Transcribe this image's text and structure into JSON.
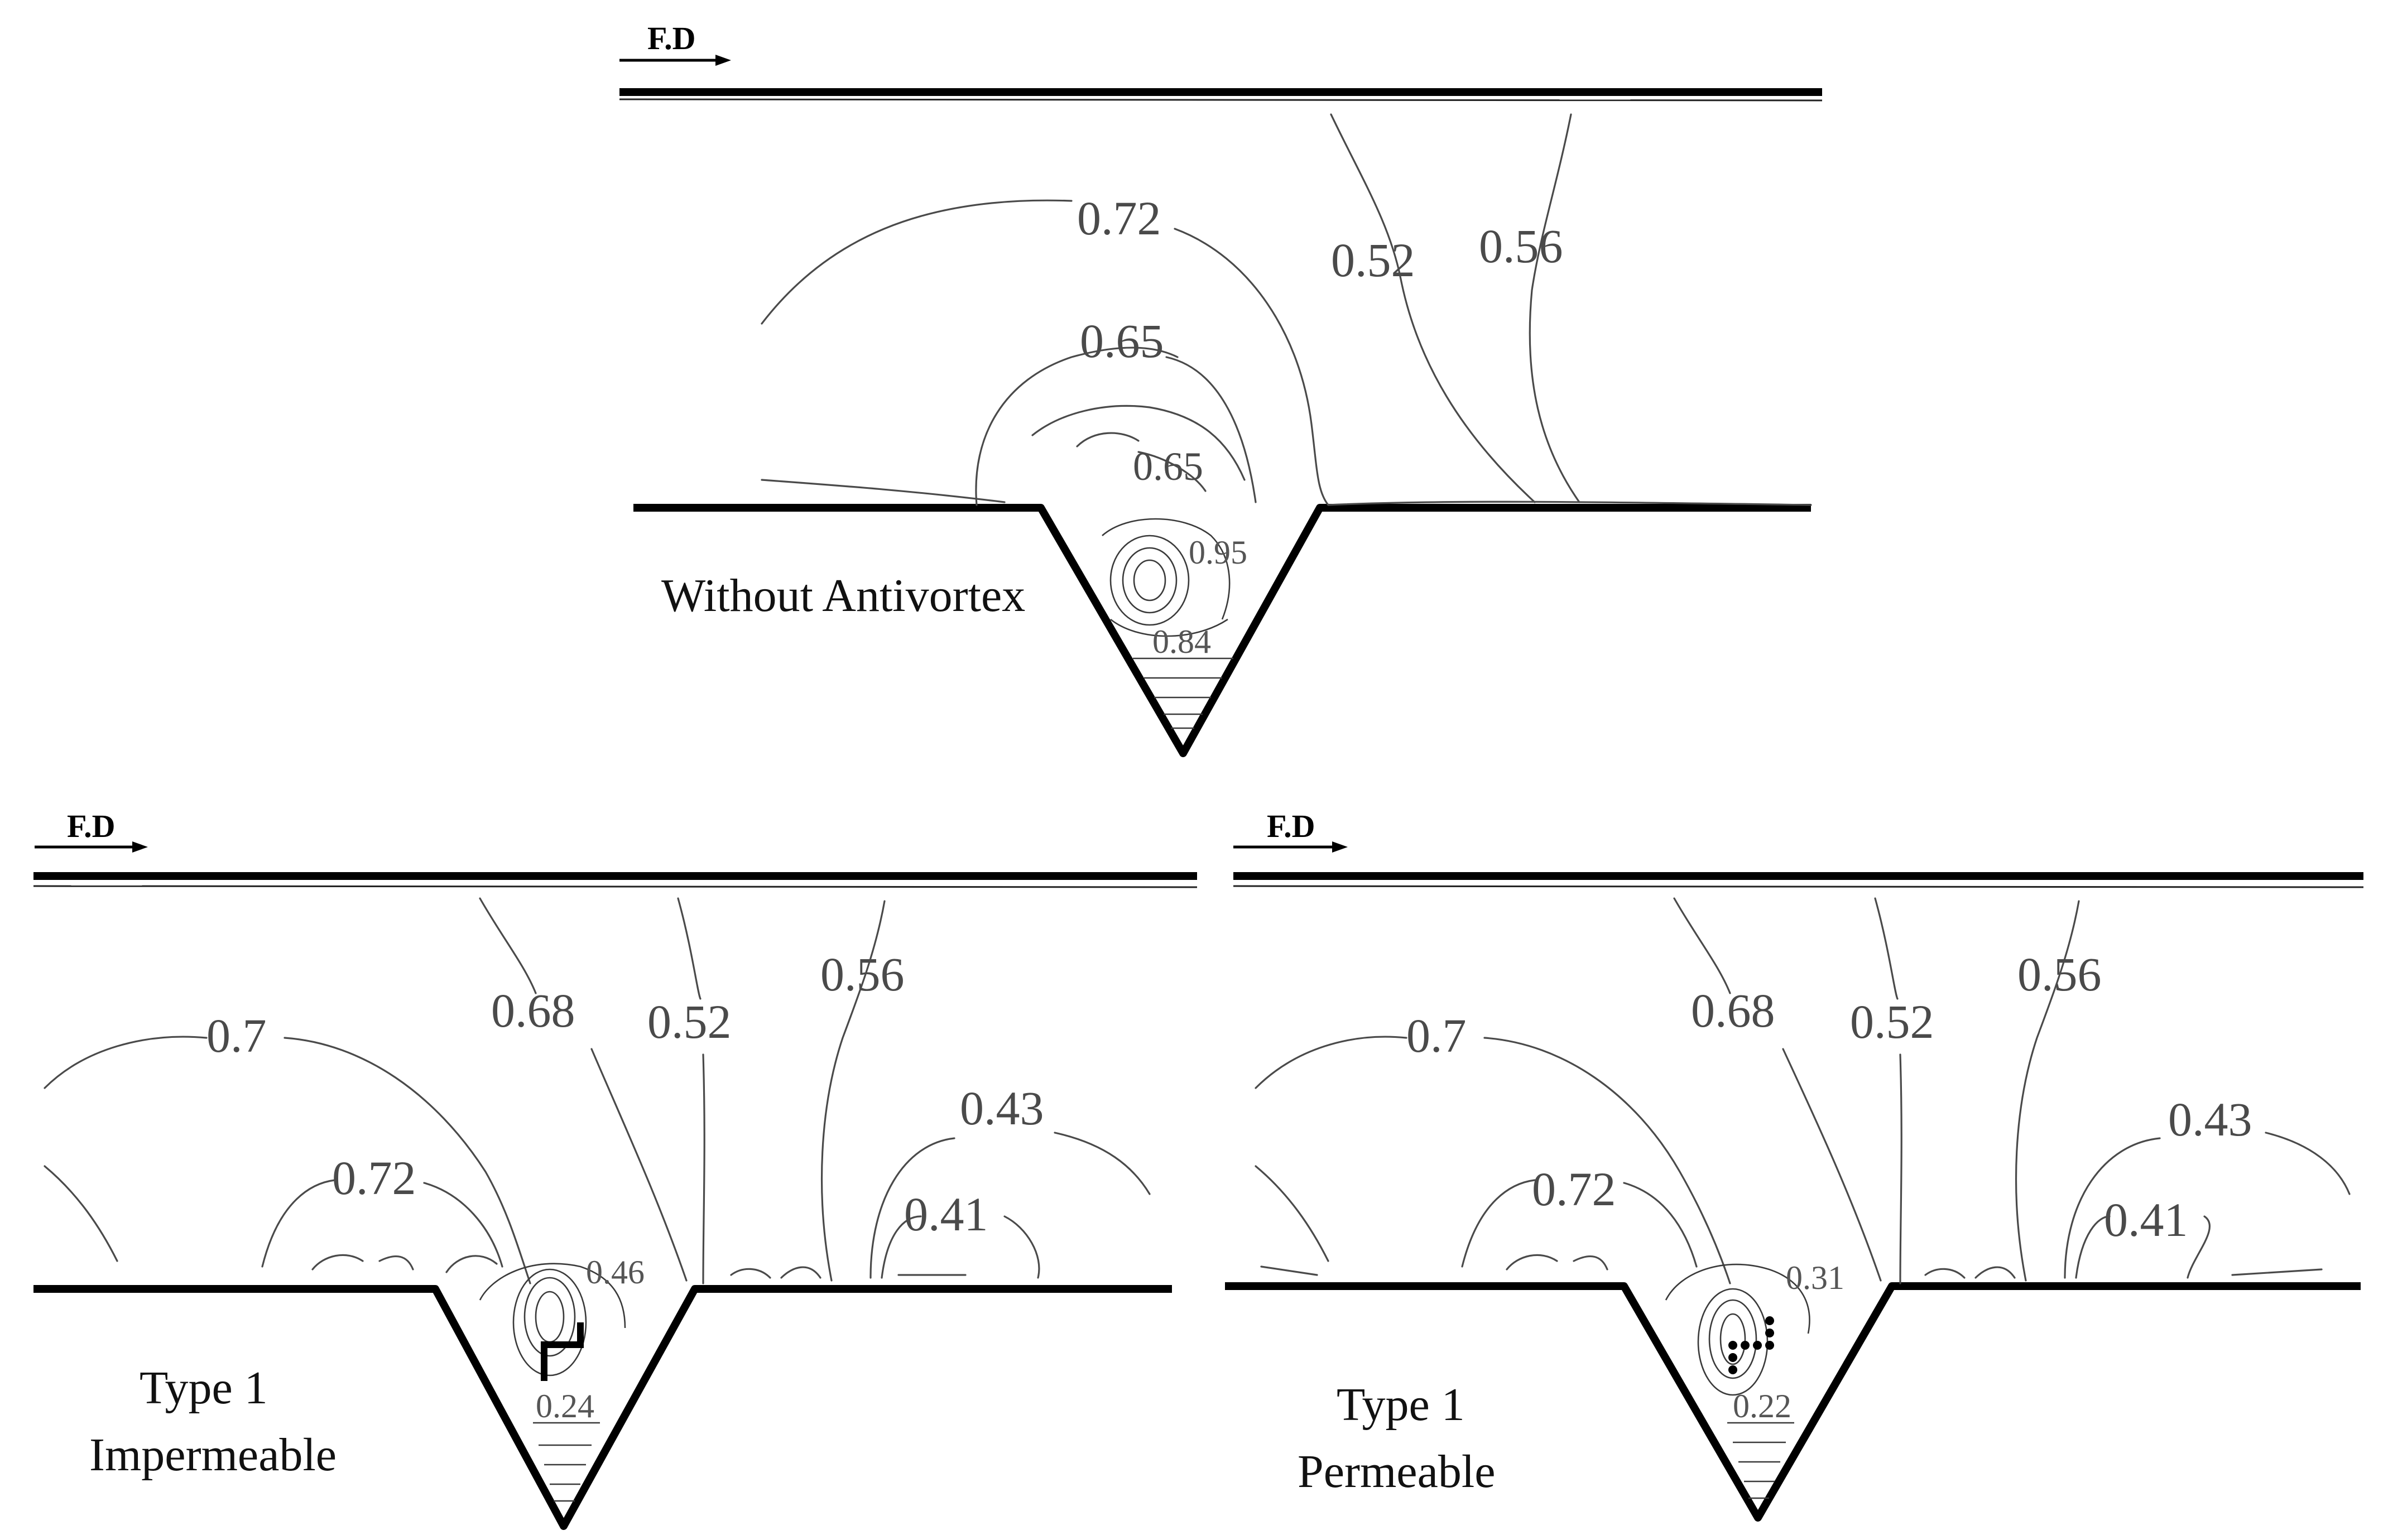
{
  "panels": [
    {
      "flow_label": "F.D",
      "caption": [
        "Without Antivortex"
      ],
      "contour_labels": [
        "0.72",
        "0.52",
        "0.56",
        "0.65",
        "0.65",
        "0.95",
        "0.84"
      ]
    },
    {
      "flow_label": "F.D",
      "caption": [
        "Type 1",
        "Impermeable"
      ],
      "contour_labels": [
        "0.7",
        "0.68",
        "0.52",
        "0.56",
        "0.43",
        "0.72",
        "0.41",
        "0.46",
        "0.24"
      ]
    },
    {
      "flow_label": "F.D",
      "caption": [
        "Type 1",
        "Permeable"
      ],
      "contour_labels": [
        "0.7",
        "0.68",
        "0.52",
        "0.56",
        "0.43",
        "0.72",
        "0.41",
        "0.31",
        "0.22"
      ]
    }
  ]
}
